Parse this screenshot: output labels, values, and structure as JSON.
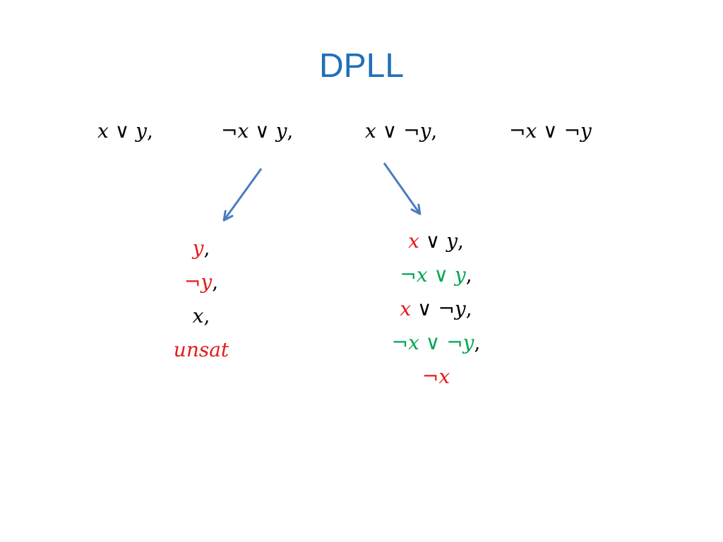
{
  "title": "DPLL",
  "symbols": {
    "x": "x",
    "y": "y",
    "or": "∨",
    "not": "¬",
    "comma": ","
  },
  "branch_left": {
    "unsat": "unsat"
  },
  "colors": {
    "title": "#1f6fb9",
    "arrow": "#4a7ebb",
    "red": "#e41b1b",
    "green": "#00a651"
  }
}
